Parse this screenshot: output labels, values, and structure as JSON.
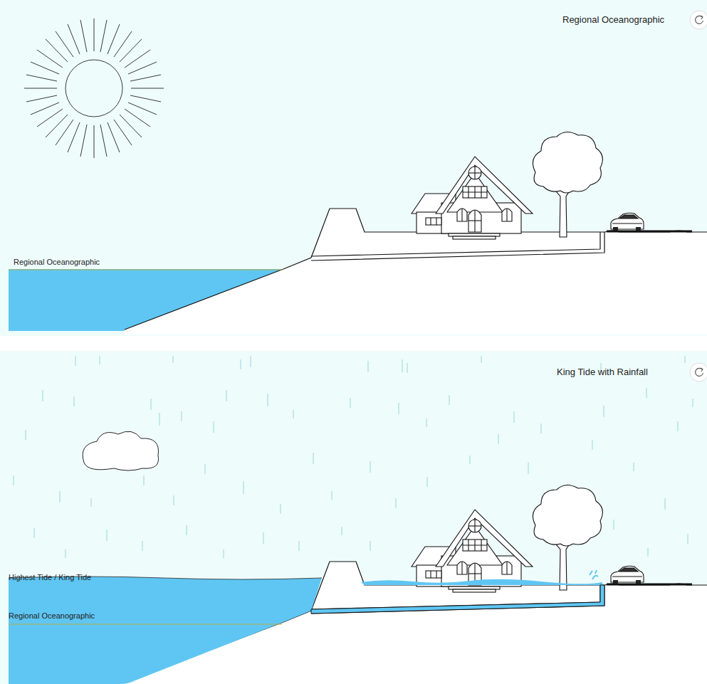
{
  "diagram": {
    "labels": [
      "Regional Oceanographic",
      "Regional Oceanographic",
      "King Tide with Rainfall",
      "Highest Tide / King Tide",
      "Regional Oceanographic"
    ]
  }
}
